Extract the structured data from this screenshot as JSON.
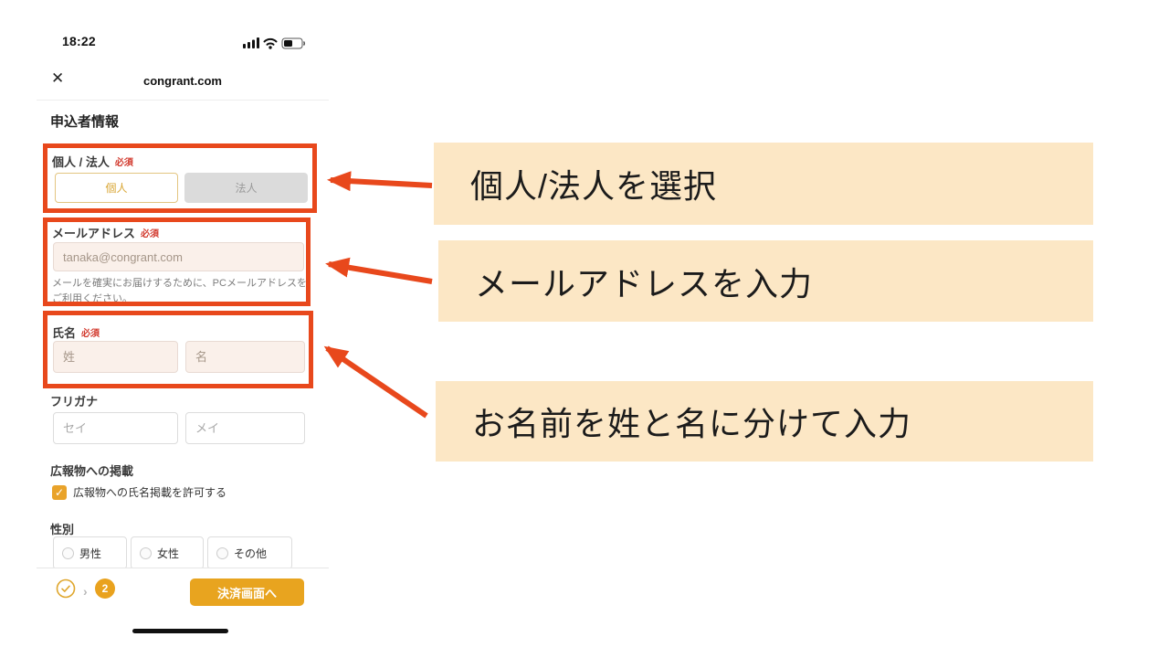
{
  "colors": {
    "highlight_red": "#E8481C",
    "callout_bg": "#FCE7C5",
    "accent_gold": "#E8A41F"
  },
  "status_bar": {
    "time": "18:22"
  },
  "browser": {
    "close_glyph": "✕",
    "title": "congrant.com"
  },
  "form": {
    "title": "申込者情報",
    "required_badge": "必須",
    "type": {
      "label": "個人 / 法人",
      "options": [
        {
          "label": "個人",
          "selected": true
        },
        {
          "label": "法人",
          "selected": false
        }
      ]
    },
    "email": {
      "label": "メールアドレス",
      "placeholder": "tanaka@congrant.com",
      "helper": "メールを確実にお届けするために、PCメールアドレスをご利用ください。"
    },
    "name": {
      "label": "氏名",
      "last_placeholder": "姓",
      "first_placeholder": "名"
    },
    "furigana": {
      "label": "フリガナ",
      "last_placeholder": "セイ",
      "first_placeholder": "メイ"
    },
    "publication": {
      "label": "広報物への掲載",
      "checkbox_label": "広報物への氏名掲載を許可する",
      "checked": true,
      "check_glyph": "✓"
    },
    "gender": {
      "label": "性別",
      "options": [
        "男性",
        "女性",
        "その他"
      ]
    },
    "footer": {
      "chevron_glyph": "›",
      "step_number": "2",
      "submit_label": "決済画面へ"
    }
  },
  "annotations": {
    "callouts": [
      {
        "text": "個人/法人を選択"
      },
      {
        "text": "メールアドレスを入力"
      },
      {
        "text": "お名前を姓と名に分けて入力"
      }
    ]
  }
}
